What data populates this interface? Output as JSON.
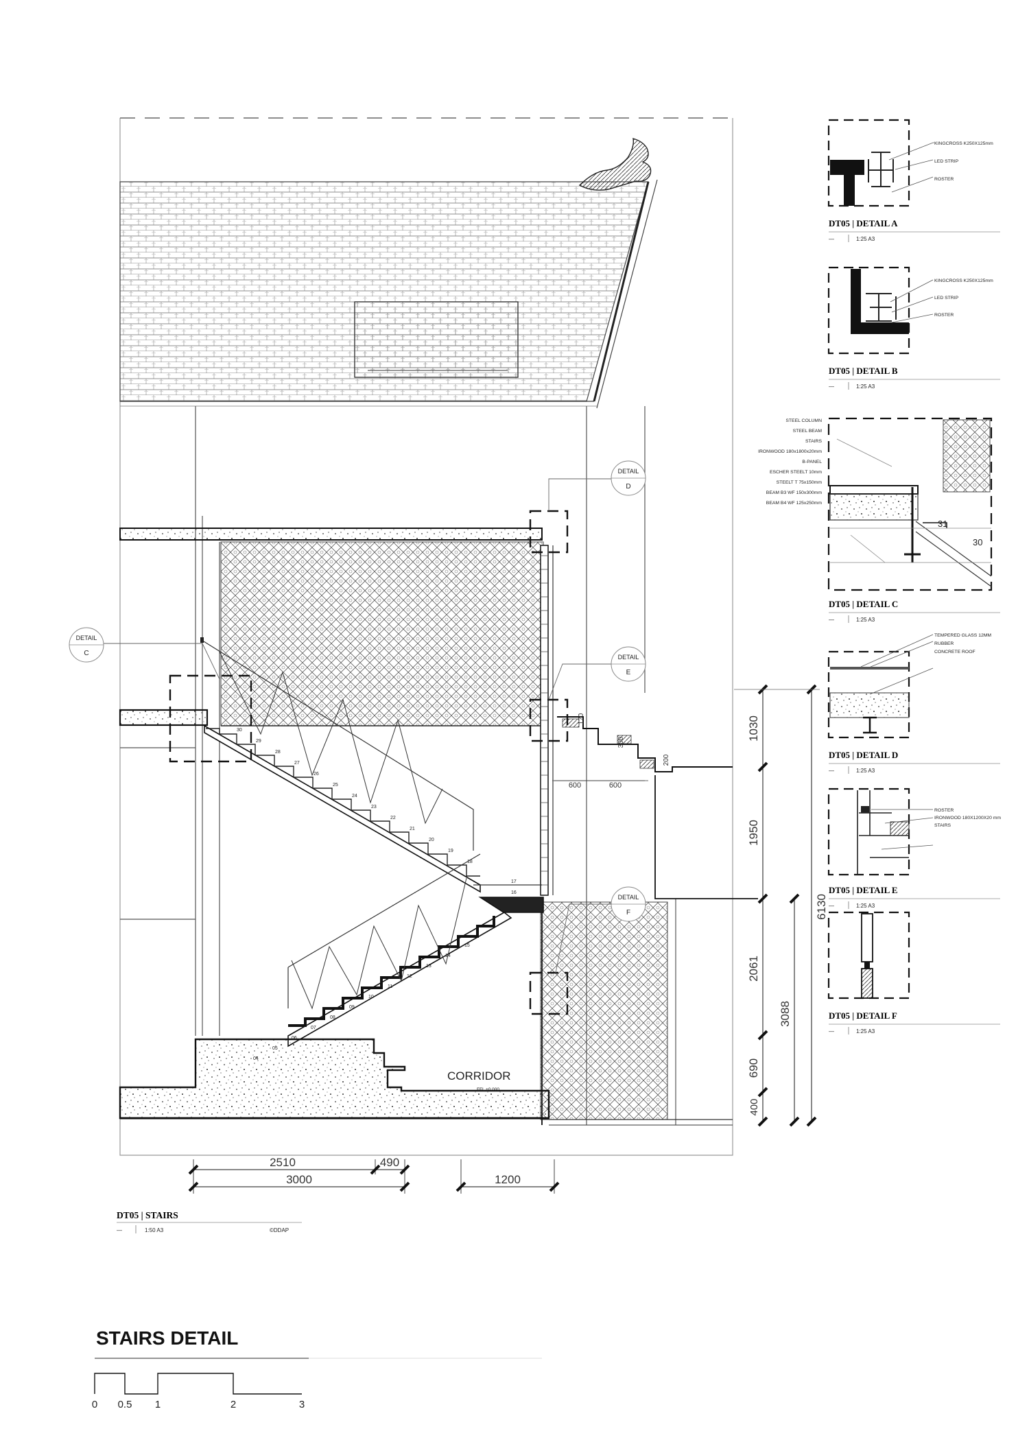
{
  "sheet": {
    "title": "STAIRS DETAIL",
    "scale_labels": [
      "0",
      "0.5",
      "1",
      "2",
      "3"
    ]
  },
  "main_drawing": {
    "title": "DT05 | STAIRS",
    "scale": "1:50 A3",
    "dash": "—",
    "credit": "©DDAP",
    "room_label": "CORRIDOR",
    "floor_level": "FFL ±0.000",
    "callouts": [
      {
        "label": "DETAIL",
        "letter": "C"
      },
      {
        "label": "DETAIL",
        "letter": "D"
      },
      {
        "label": "DETAIL",
        "letter": "E"
      },
      {
        "label": "DETAIL",
        "letter": "F"
      }
    ],
    "dims_bottom": [
      "2510",
      "490",
      "3000",
      "1200"
    ],
    "dims_right": [
      "1030",
      "1950",
      "2061",
      "3088",
      "690",
      "400",
      "6130"
    ],
    "dims_small": [
      "600",
      "600",
      "170",
      "300",
      "200"
    ],
    "steps_upper": [
      "30",
      "29",
      "28",
      "27",
      "26",
      "25",
      "24",
      "23",
      "22",
      "21",
      "20",
      "19",
      "18"
    ],
    "steps_lower": [
      "15",
      "14",
      "13",
      "12",
      "11",
      "10",
      "09",
      "08",
      "07",
      "06",
      "05",
      "04"
    ],
    "landing_steps": [
      "17",
      "16"
    ]
  },
  "details": [
    {
      "title": "DT05 | DETAIL A",
      "dash": "—",
      "scale": "1:25 A3",
      "labels": [
        "KINGCROSS K250X125mm",
        "LED STRIP",
        "ROSTER"
      ]
    },
    {
      "title": "DT05 | DETAIL B",
      "dash": "—",
      "scale": "1:25 A3",
      "labels": [
        "KINGCROSS K250X125mm",
        "LED STRIP",
        "ROSTER"
      ]
    },
    {
      "title": "DT05 | DETAIL C",
      "dash": "—",
      "scale": "1:25 A3",
      "labels": [
        "STEEL COLUMN",
        "STEEL BEAM",
        "STAIRS",
        "IRONWOOD 180x1800x20mm",
        "B-PANEL",
        "ESCHER STEELT 10mm",
        "STEELT T 75x150mm",
        "BEAM B3 WF 150x300mm",
        "BEAM B4 WF 125x250mm"
      ],
      "numbers": [
        "31",
        "30"
      ]
    },
    {
      "title": "DT05 | DETAIL D",
      "dash": "—",
      "scale": "1:25 A3",
      "labels": [
        "TEMPERED GLASS 12MM",
        "RUBBER",
        "CONCRETE ROOF"
      ]
    },
    {
      "title": "DT05 | DETAIL E",
      "dash": "—",
      "scale": "1:25 A3",
      "labels": [
        "ROSTER",
        "IRONWOOD 180X1200X20 mm",
        "STAIRS"
      ]
    },
    {
      "title": "DT05 | DETAIL F",
      "dash": "—",
      "scale": "1:25 A3",
      "labels": []
    }
  ]
}
